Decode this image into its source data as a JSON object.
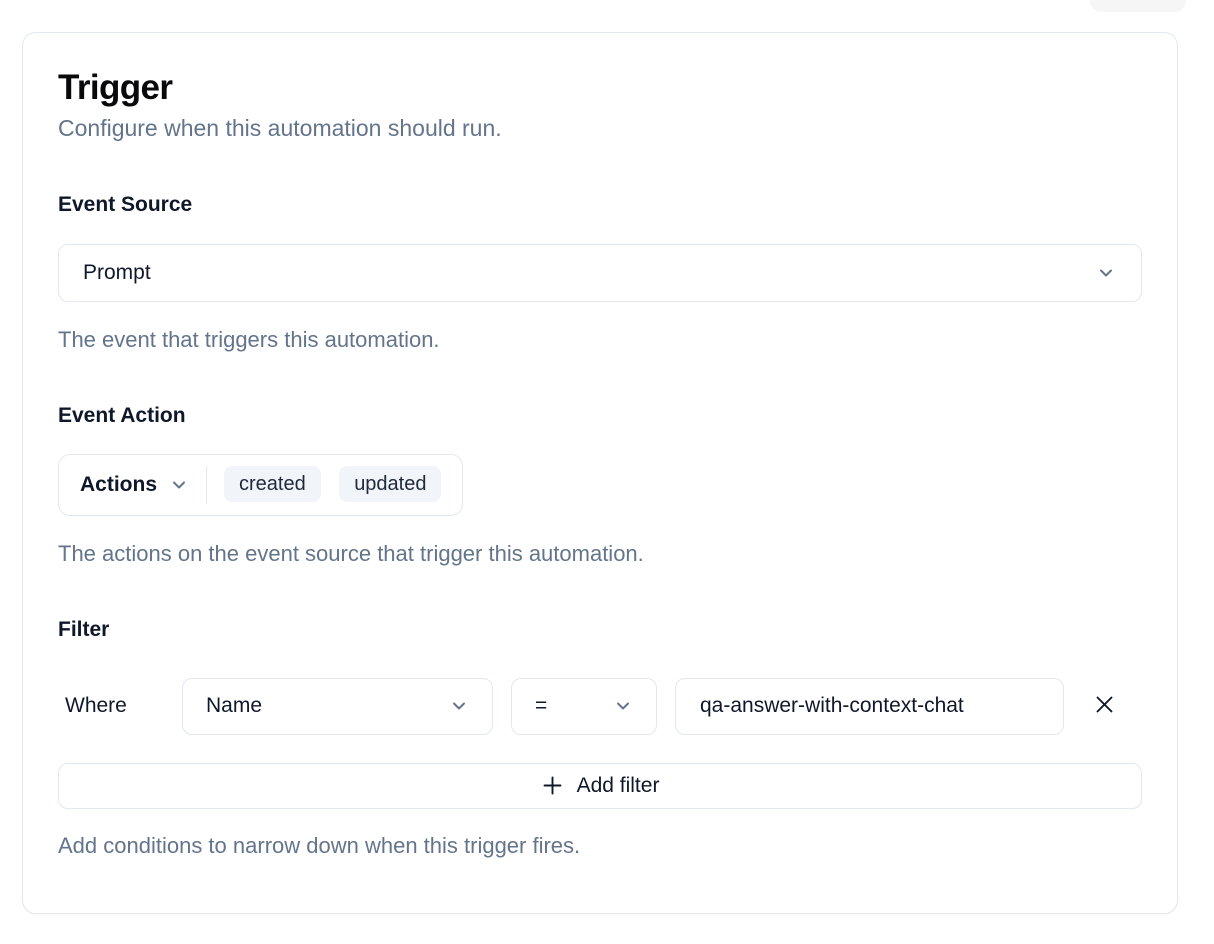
{
  "colors": {
    "border": "#e2e8f0",
    "text_primary": "#0f172a",
    "text_muted": "#64748b",
    "chip_background": "#f1f5f9",
    "card_background": "#ffffff"
  },
  "icons": {
    "chevron_down": "chevron-down",
    "plus": "plus",
    "close": "close-x"
  },
  "card": {
    "title": "Trigger",
    "subtitle": "Configure when this automation should run.",
    "sections": {
      "event_source": {
        "label": "Event Source",
        "selected_value": "Prompt",
        "helper": "The event that triggers this automation."
      },
      "event_action": {
        "label": "Event Action",
        "dropdown_label": "Actions",
        "chips": [
          "created",
          "updated"
        ],
        "helper": "The actions on the event source that trigger this automation."
      },
      "filter": {
        "label": "Filter",
        "row": {
          "prefix": "Where",
          "field": "Name",
          "operator": "=",
          "value": "qa-answer-with-context-chat"
        },
        "add_button_label": "Add filter",
        "helper": "Add conditions to narrow down when this trigger fires."
      }
    }
  }
}
